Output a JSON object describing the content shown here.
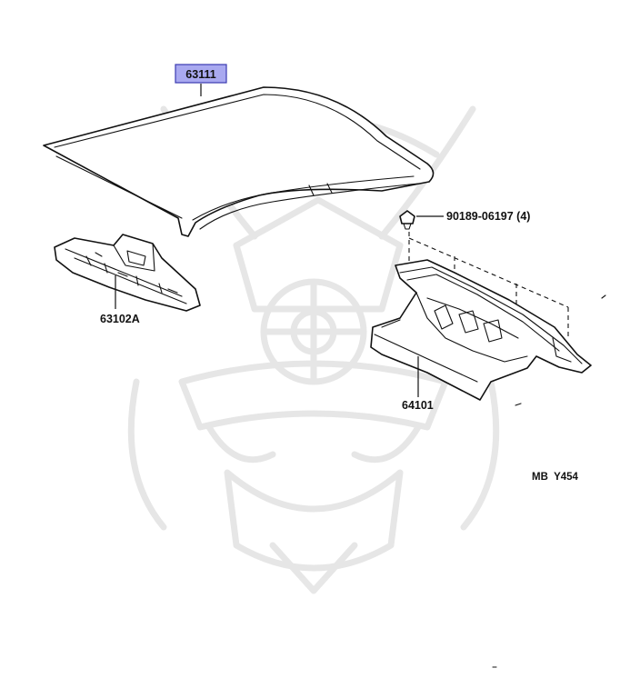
{
  "callouts": {
    "roof_panel": "63111",
    "front_panel": "63102A",
    "clip": "90189-06197 (4)",
    "rear_panel": "64101"
  },
  "reference_code": "MB  Y454",
  "colors": {
    "highlight_fill": "#a9a9f0",
    "highlight_border": "#3b3bb0",
    "line": "#111111",
    "watermark": "#e4e4e4"
  }
}
